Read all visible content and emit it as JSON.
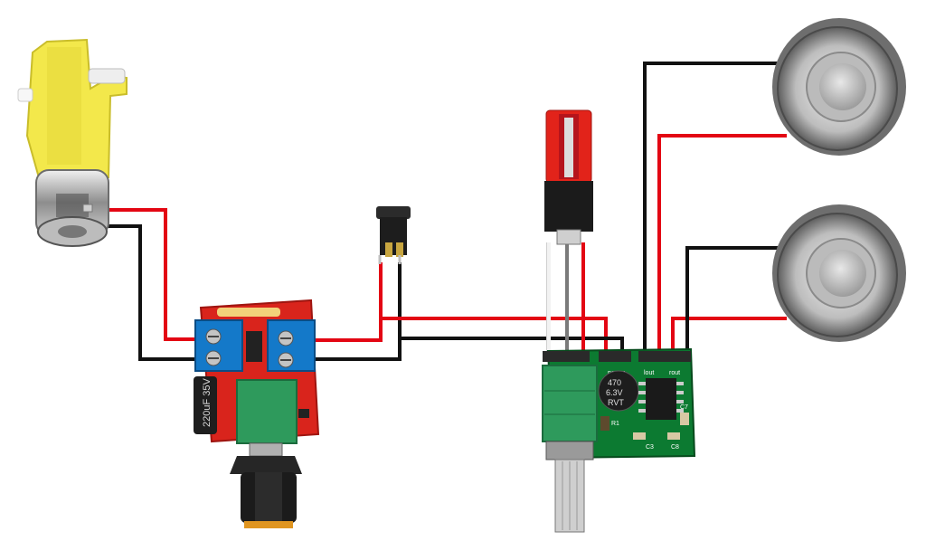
{
  "colors": {
    "wire_red": "#e30613",
    "wire_black": "#111111",
    "wire_white": "#f2f2f2",
    "wire_gray": "#7a7a7a",
    "pwm_board": "#d9241c",
    "amp_board": "#0c7a31",
    "terminal_blue": "#1479c9",
    "pot_green": "#2e9a5c",
    "motor_yellow": "#f3e84b"
  },
  "pwm_controller": {
    "capacitor_label": "220uF 35V"
  },
  "amplifier": {
    "capacitor_value": "470",
    "capacitor_voltage": "6.3V",
    "capacitor_series": "RVT",
    "label_power": "power",
    "label_rout": "rout",
    "label_lout": "lout",
    "label_r1": "R1",
    "label_c3": "C3",
    "label_c8": "C8",
    "label_c7": "C7"
  },
  "components": [
    "motor-icon",
    "pwm-controller",
    "dc-jack-icon",
    "audio-jack-icon",
    "amplifier-board",
    "speaker-icon",
    "speaker-icon"
  ]
}
